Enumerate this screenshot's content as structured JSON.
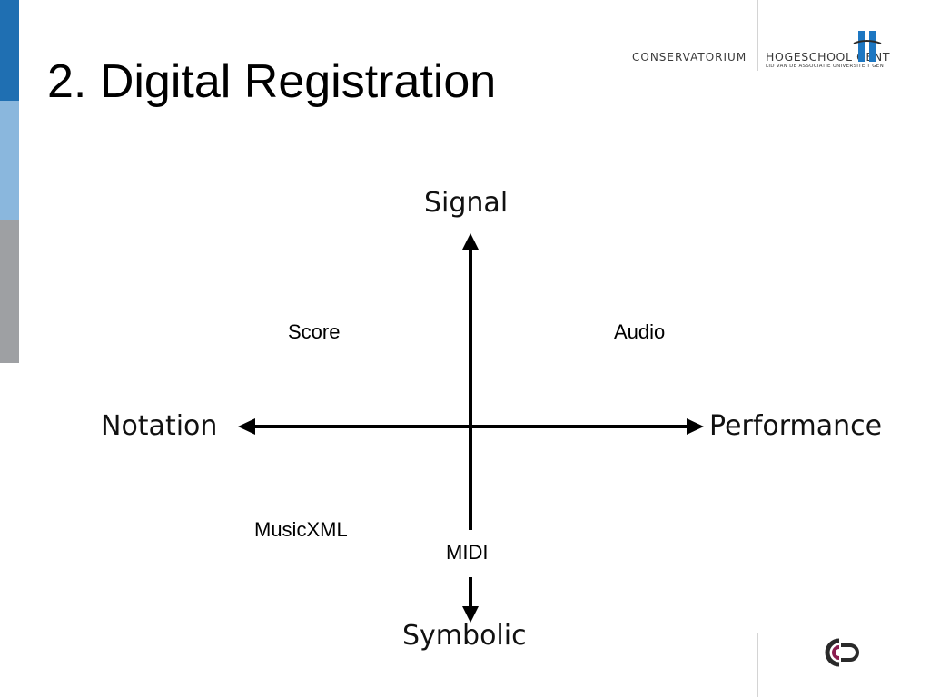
{
  "slide": {
    "title": "2. Digital Registration"
  },
  "logo": {
    "conservatorium": "CONSERVATORIUM",
    "hogeschool": "HOGESCHOOL GENT",
    "association": "LID VAN DE ASSOCIATIE UNIVERSITEIT GENT"
  },
  "diagram": {
    "axis_top": "Signal",
    "axis_bottom": "Symbolic",
    "axis_left": "Notation",
    "axis_right": "Performance",
    "items": [
      {
        "label": "Score",
        "quadrant": "top-left"
      },
      {
        "label": "Audio",
        "quadrant": "top-right"
      },
      {
        "label": "MusicXML",
        "quadrant": "bottom-left"
      },
      {
        "label": "MIDI",
        "quadrant": "bottom-center"
      }
    ]
  },
  "colors": {
    "bar_top": "#1f6fb2",
    "bar_middle": "#8ab7dd",
    "bar_bottom": "#9ea0a3",
    "logo_accent": "#1d77c2",
    "cgd_accent": "#8a1d4f"
  }
}
